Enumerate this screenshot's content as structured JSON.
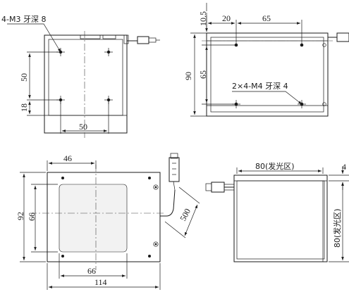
{
  "view_top_left": {
    "hole_note": "4-M3 牙深 8",
    "dim_vertical": "50",
    "dim_bottom": "18",
    "dim_horizontal": "50"
  },
  "view_top_right": {
    "hole_note": "2×4-M4 牙深 4",
    "dim_left": "20",
    "dim_top": "65",
    "dim_offset": "10.5",
    "dim_height": "90",
    "dim_vertical": "65"
  },
  "view_bottom_left": {
    "dim_top": "46",
    "dim_height": "92",
    "dim_window_v": "66",
    "dim_window_h": "66",
    "dim_width": "114",
    "dim_cable": "500"
  },
  "view_bottom_right": {
    "dim_top": "80(发光区)",
    "dim_offset": "4",
    "dim_side": "80(发光区)"
  }
}
